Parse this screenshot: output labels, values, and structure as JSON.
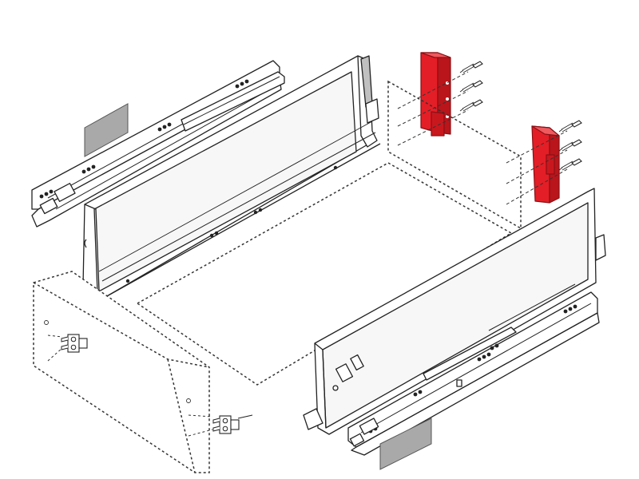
{
  "diagram": {
    "type": "exploded-assembly-drawing",
    "colors": {
      "line": "#222222",
      "dashed": "#333333",
      "highlight": "#e41e26",
      "highlight_dark": "#a8161b",
      "label_plate": "#a9a9a9",
      "panel_fill": "#f4f4f4"
    },
    "parts": [
      {
        "id": "left-runner",
        "icon": "drawer-runner-icon"
      },
      {
        "id": "left-side-panel",
        "icon": "drawer-side-icon"
      },
      {
        "id": "right-side-panel",
        "icon": "drawer-side-icon"
      },
      {
        "id": "right-runner",
        "icon": "drawer-runner-icon"
      },
      {
        "id": "front-panel",
        "icon": "dashed-panel-icon"
      },
      {
        "id": "back-panel",
        "icon": "dashed-panel-icon"
      },
      {
        "id": "bottom-panel",
        "icon": "dashed-panel-icon"
      },
      {
        "id": "rear-bracket-left",
        "icon": "red-bracket-icon"
      },
      {
        "id": "rear-bracket-right",
        "icon": "red-bracket-icon"
      },
      {
        "id": "front-fixing-clip",
        "icon": "fixing-clip-icon"
      },
      {
        "id": "screw",
        "icon": "screw-icon"
      },
      {
        "id": "gray-label-plate",
        "icon": "label-plate-icon"
      }
    ]
  }
}
